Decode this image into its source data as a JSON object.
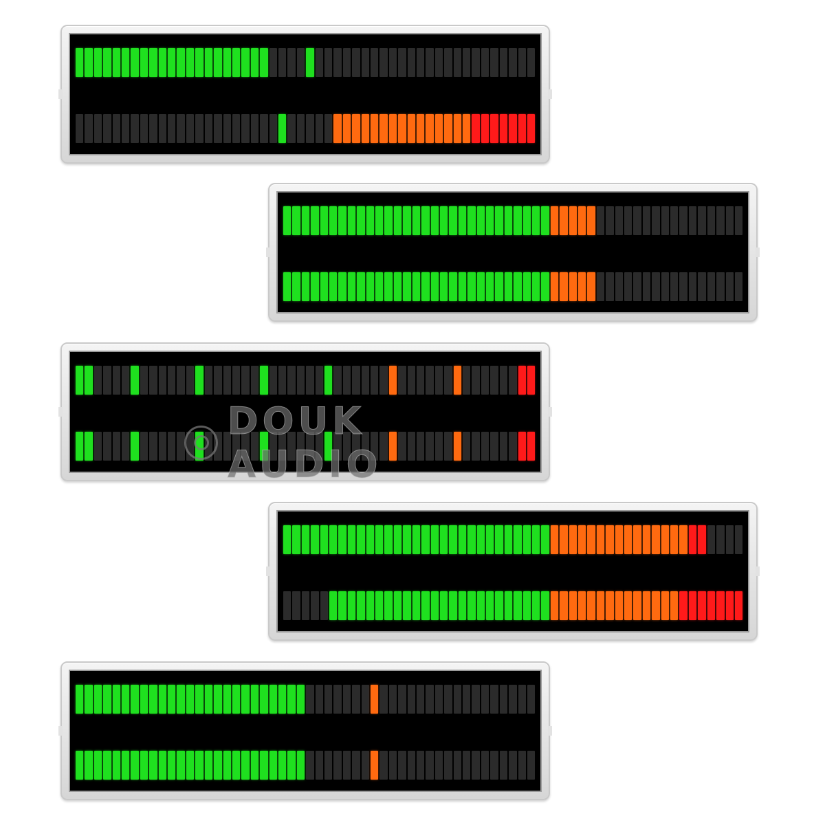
{
  "segment_count": 50,
  "colors": {
    "green": "#1fe01f",
    "orange": "#ff6a10",
    "red": "#ff1a1a",
    "off": "#2b2b2b"
  },
  "watermark": {
    "text": "DOUK AUDIO"
  },
  "meters": [
    {
      "name": "meter-1",
      "channels": [
        {
          "ranges": [
            [
              0,
              20,
              "g"
            ],
            [
              25,
              25,
              "g"
            ]
          ]
        },
        {
          "ranges": [
            [
              22,
              22,
              "g"
            ],
            [
              28,
              42,
              "o"
            ],
            [
              43,
              49,
              "r"
            ]
          ]
        }
      ]
    },
    {
      "name": "meter-2",
      "channels": [
        {
          "ranges": [
            [
              0,
              28,
              "g"
            ],
            [
              29,
              33,
              "o"
            ]
          ]
        },
        {
          "ranges": [
            [
              0,
              28,
              "g"
            ],
            [
              29,
              33,
              "o"
            ]
          ]
        }
      ]
    },
    {
      "name": "meter-3",
      "channels": [
        {
          "ranges": [
            [
              0,
              1,
              "g"
            ],
            [
              6,
              6,
              "g"
            ],
            [
              13,
              13,
              "g"
            ],
            [
              20,
              20,
              "g"
            ],
            [
              27,
              27,
              "g"
            ],
            [
              34,
              34,
              "o"
            ],
            [
              41,
              41,
              "o"
            ],
            [
              48,
              49,
              "r"
            ]
          ]
        },
        {
          "ranges": [
            [
              0,
              1,
              "g"
            ],
            [
              6,
              6,
              "g"
            ],
            [
              13,
              13,
              "g"
            ],
            [
              20,
              20,
              "g"
            ],
            [
              27,
              27,
              "g"
            ],
            [
              34,
              34,
              "o"
            ],
            [
              41,
              41,
              "o"
            ],
            [
              48,
              49,
              "r"
            ]
          ]
        }
      ]
    },
    {
      "name": "meter-4",
      "channels": [
        {
          "ranges": [
            [
              0,
              28,
              "g"
            ],
            [
              29,
              43,
              "o"
            ],
            [
              44,
              45,
              "r"
            ]
          ]
        },
        {
          "ranges": [
            [
              5,
              28,
              "g"
            ],
            [
              29,
              42,
              "o"
            ],
            [
              43,
              49,
              "r"
            ]
          ]
        }
      ]
    },
    {
      "name": "meter-5",
      "channels": [
        {
          "ranges": [
            [
              0,
              24,
              "g"
            ],
            [
              32,
              32,
              "o"
            ]
          ]
        },
        {
          "ranges": [
            [
              0,
              24,
              "g"
            ],
            [
              32,
              32,
              "o"
            ]
          ]
        }
      ]
    }
  ]
}
